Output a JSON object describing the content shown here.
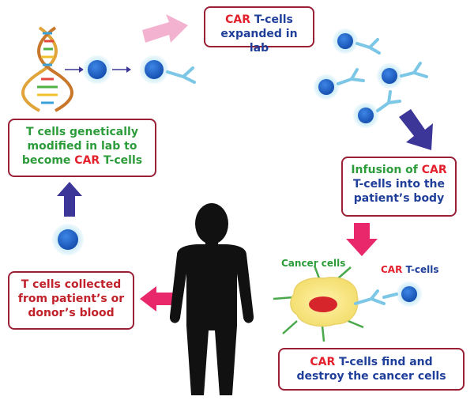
{
  "colors": {
    "box_border": "#9a2035",
    "car_red": "#e3202c",
    "text_blue": "#1f3f9a",
    "text_green": "#2c9c3a",
    "text_red": "#c0212a",
    "cell_blue": "#1e63c9",
    "cell_halo": "#bfe6f5",
    "arrow_pink": "#e8286a",
    "arrow_navy": "#3b3698",
    "arrow_light_pink": "#f3b2d0",
    "silhouette": "#111111",
    "cancer_yellow": "#f7e88a",
    "cancer_core": "#d6262b"
  },
  "boxes": {
    "expanded": {
      "car": "CAR",
      "line1_rest": " T-cells",
      "line2": "expanded in lab"
    },
    "modified": {
      "line1": "T cells genetically",
      "line2": "modified in lab to",
      "line3_pre": "become ",
      "car": "CAR",
      "line3_post": " T-cells"
    },
    "infusion": {
      "line1_pre": "Infusion of ",
      "car": "CAR",
      "line2": "T-cells into the",
      "line3": "patient’s body"
    },
    "collected": {
      "line1": "T cells collected",
      "line2": "from patient’s or",
      "line3": "donor’s blood"
    },
    "destroy": {
      "car": "CAR",
      "line1_rest": " T-cells find and",
      "line2": "destroy the cancer cells"
    }
  },
  "labels": {
    "cancer_cells": "Cancer cells",
    "car_tcells_car": "CAR",
    "car_tcells_rest": " T-cells"
  },
  "icons": {
    "dna": "dna-helix-icon",
    "person": "person-silhouette-icon",
    "cell": "t-cell-icon",
    "car_cell": "car-t-cell-icon",
    "cancer": "cancer-cell-icon"
  }
}
